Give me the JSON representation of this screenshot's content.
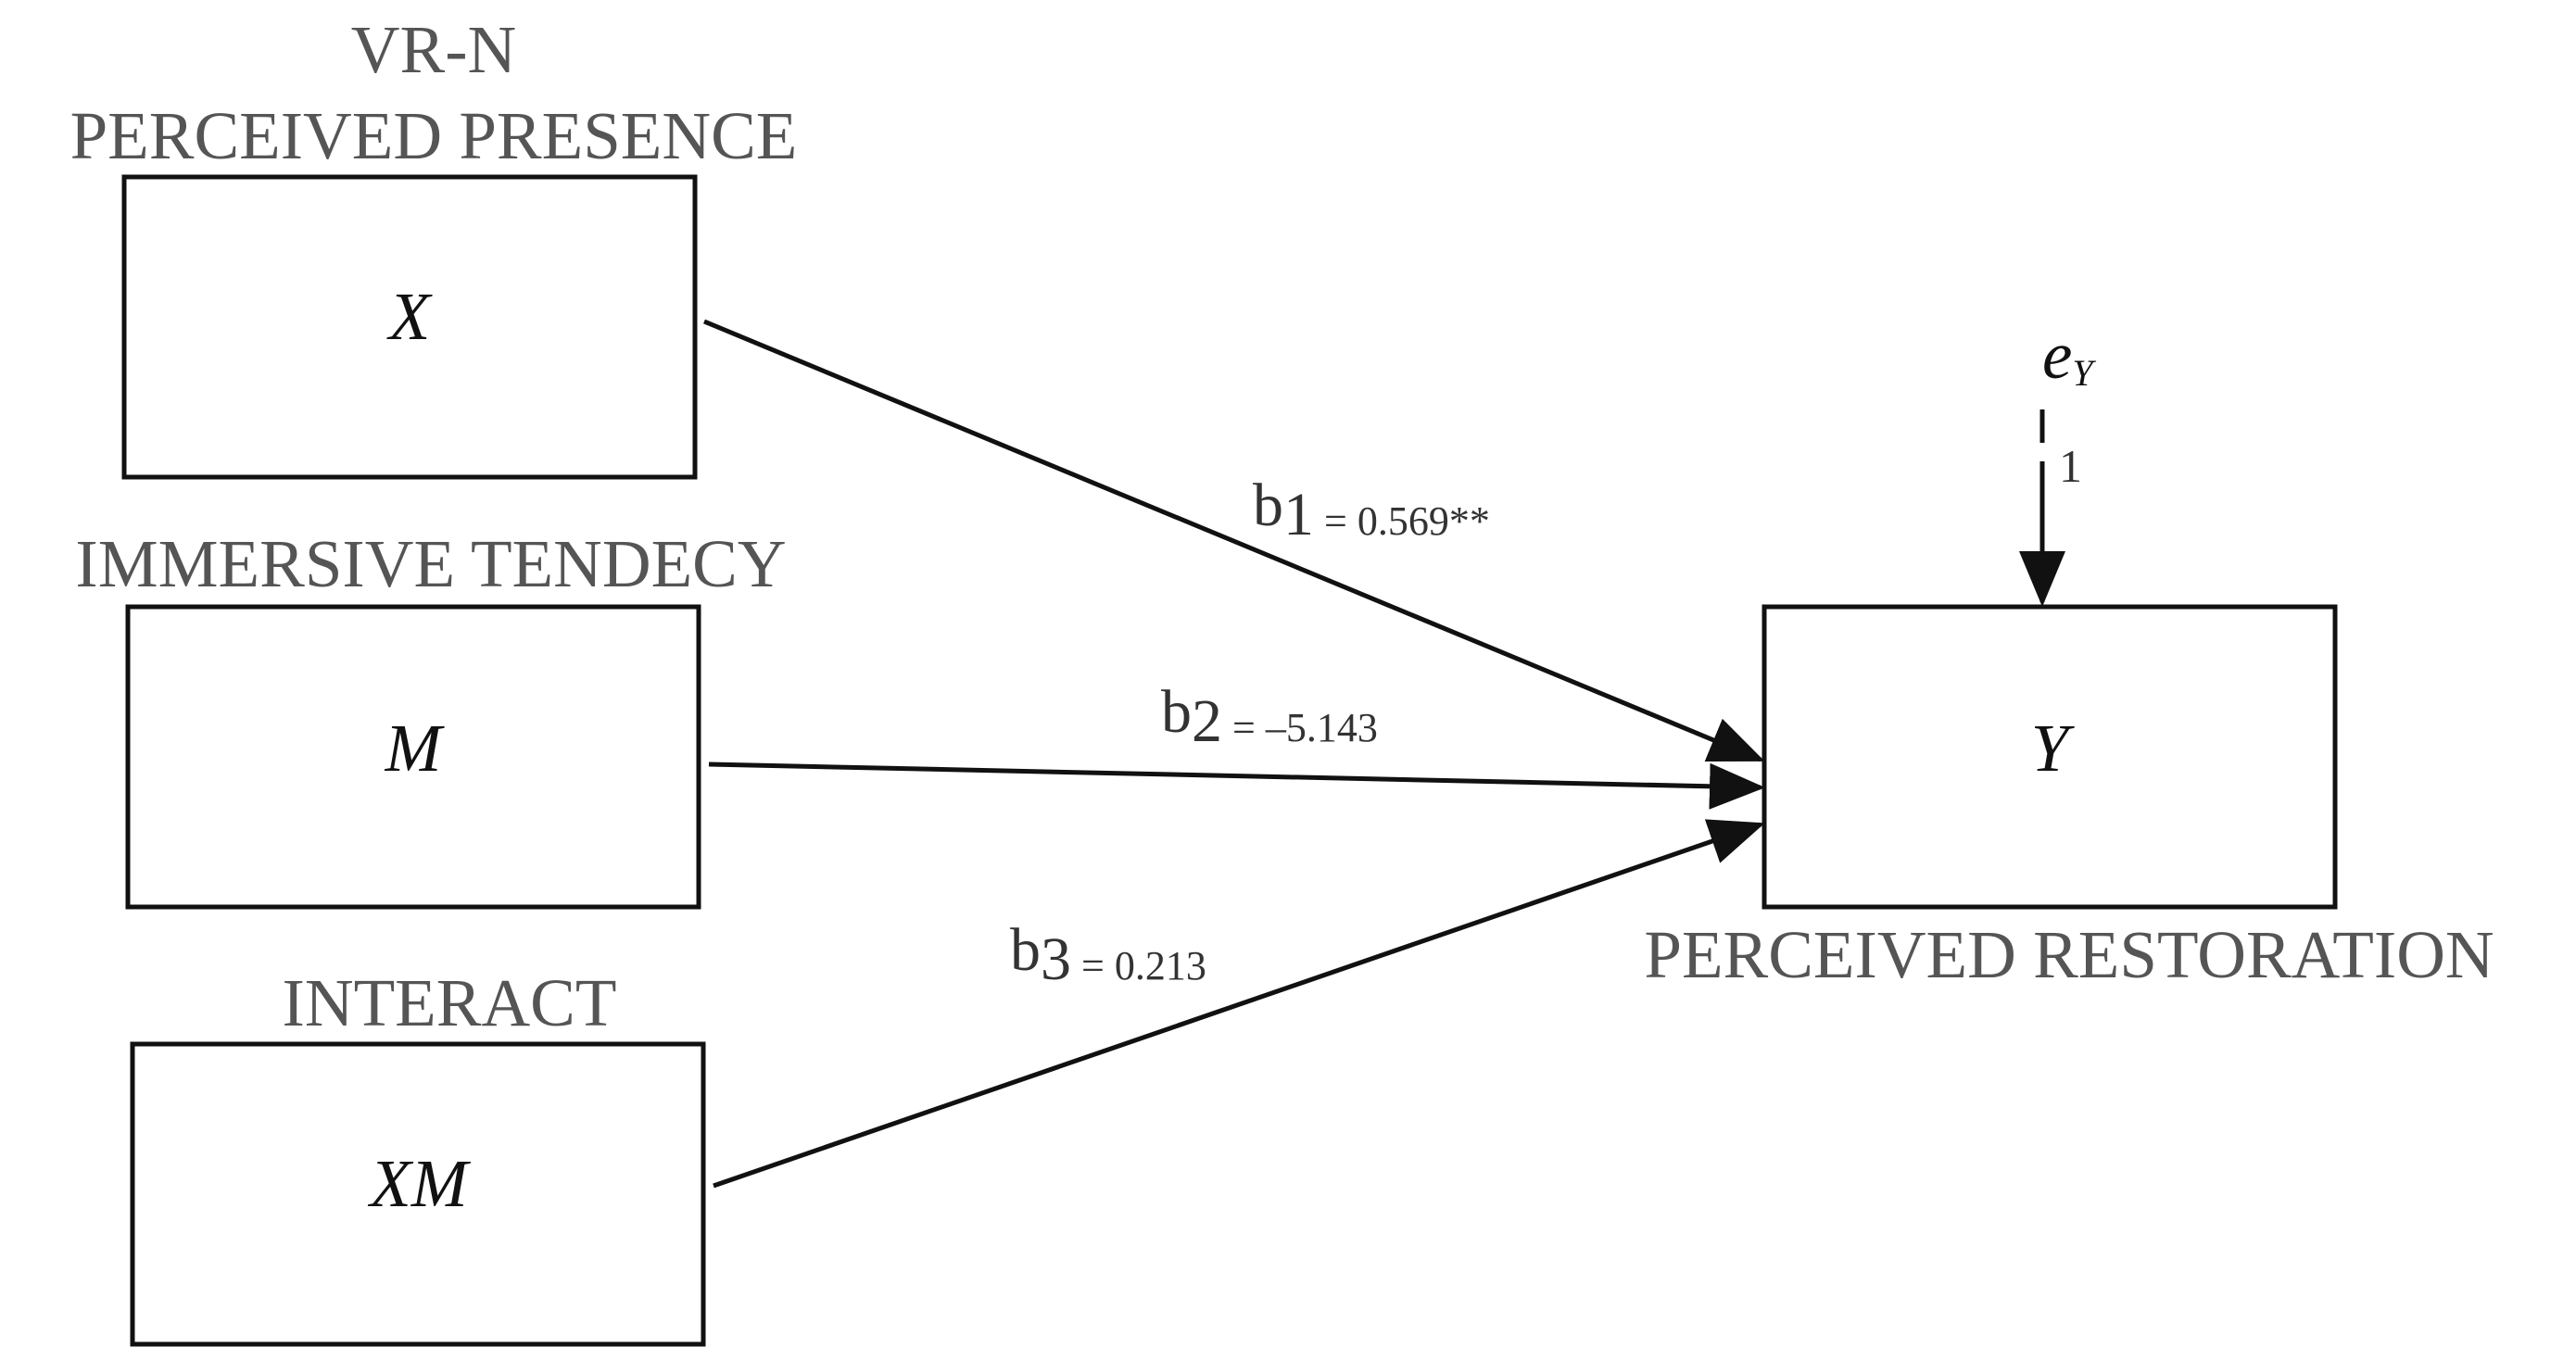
{
  "labels": {
    "x_group": "VR-N",
    "x_name": "PERCEIVED PRESENCE",
    "m_name": "IMMERSIVE TENDECY",
    "xm_name": "INTERACT",
    "y_name": "PERCEIVED RESTORATION"
  },
  "nodes": {
    "x": "X",
    "m": "M",
    "xm": "XM",
    "y": "Y"
  },
  "error": {
    "symbol": "e",
    "subscript": "Y",
    "weight": "1"
  },
  "coefficients": [
    {
      "symbol": "b",
      "index": "1",
      "value": " = 0.569**"
    },
    {
      "symbol": "b",
      "index": "2",
      "value": " = –5.143"
    },
    {
      "symbol": "b",
      "index": "3",
      "value": " = 0.213"
    }
  ],
  "colors": {
    "label_text": "#555555",
    "line": "#111111"
  }
}
